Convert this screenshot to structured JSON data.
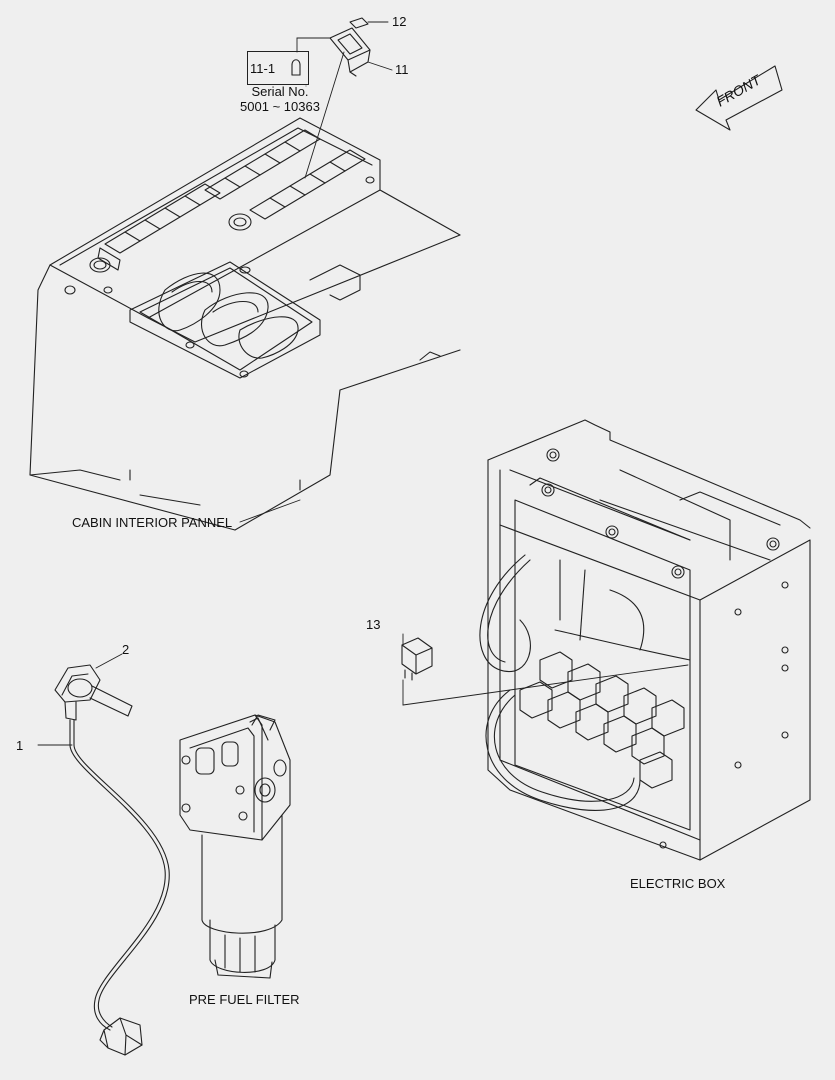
{
  "labels": {
    "front": "FRONT",
    "cabin": "CABIN INTERIOR PANNEL",
    "electric_box": "ELECTRIC BOX",
    "pre_fuel_filter": "PRE FUEL FILTER",
    "serial_title": "Serial No.",
    "serial_range": "5001 ~ 10363"
  },
  "callouts": {
    "c1": "1",
    "c2": "2",
    "c11": "11",
    "c11_1": "11-1",
    "c12": "12",
    "c13": "13"
  },
  "colors": {
    "background": "#efefef",
    "line": "#222222"
  }
}
